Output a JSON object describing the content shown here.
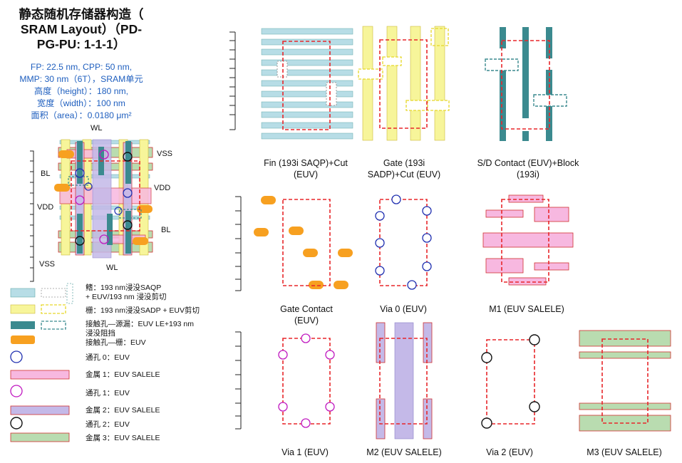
{
  "title": {
    "line1": "静态随机存储器构造（",
    "line2": "SRAM Layout）（PD-",
    "line3": "PG-PU: 1-1-1）"
  },
  "specs": {
    "line1": "FP: 22.5 nm, CPP: 50 nm,",
    "line2": "MMP: 30 nm（6T），SRAM单元",
    "line3": "高度（height）：180 nm,",
    "line4": "宽度（width）：100 nm",
    "line5": "面积（area）：0.0180 μm²"
  },
  "cell_labels": {
    "wl_top": "WL",
    "vss_right": "VSS",
    "bl_left": "BL",
    "vdd_right": "VDD",
    "vdd_left": "VDD",
    "bl_right": "BL",
    "vss_left": "VSS",
    "wl_bottom": "WL"
  },
  "legend": [
    {
      "label": "鳍：193 nm浸没SAQP\n+ EUV/193 nm 浸没剪切",
      "icon": "fin-swatch"
    },
    {
      "label": "栅：193 nm浸没SADP + EUV剪切",
      "icon": "gate-swatch"
    },
    {
      "label": "接触孔—源漏：EUV LE+193 nm\n浸没阻挡",
      "icon": "sd-contact-swatch"
    },
    {
      "label": "接触孔—栅：EUV",
      "icon": "gate-contact-swatch"
    },
    {
      "label": "通孔 0：EUV",
      "icon": "via0-circle"
    },
    {
      "label": "金属 1：EUV SALELE",
      "icon": "m1-swatch"
    },
    {
      "label": "通孔 1：EUV",
      "icon": "via1-circle"
    },
    {
      "label": "金属 2：EUV SALELE",
      "icon": "m2-swatch"
    },
    {
      "label": "通孔 2：EUV",
      "icon": "via2-circle"
    },
    {
      "label": "金属 3：EUV SALELE",
      "icon": "m3-swatch"
    }
  ],
  "panels": {
    "fin": "Fin (193i SAQP)+Cut\n(EUV)",
    "gate": "Gate (193i\nSADP)+Cut (EUV)",
    "sd_contact": "S/D Contact (EUV)+Block\n(193i)",
    "gate_contact": "Gate Contact\n(EUV)",
    "via0": "Via 0 (EUV)",
    "m1": "M1 (EUV SALELE)",
    "via1": "Via 1 (EUV)",
    "m2": "M2 (EUV SALELE)",
    "via2": "Via 2 (EUV)",
    "m3": "M3 (EUV SALELE)"
  },
  "colors": {
    "fin": "#b7dde6",
    "gate": "#f7f59a",
    "sd_contact": "#3b8a8f",
    "gate_contact": "#f79a1f",
    "via0": "#1f2fb0",
    "m1": "#f7b8e0",
    "via1": "#c018c0",
    "m2": "#c4b9e8",
    "via2": "#111111",
    "m3": "#b9dcb0",
    "cell_outline": "#e8262a"
  }
}
